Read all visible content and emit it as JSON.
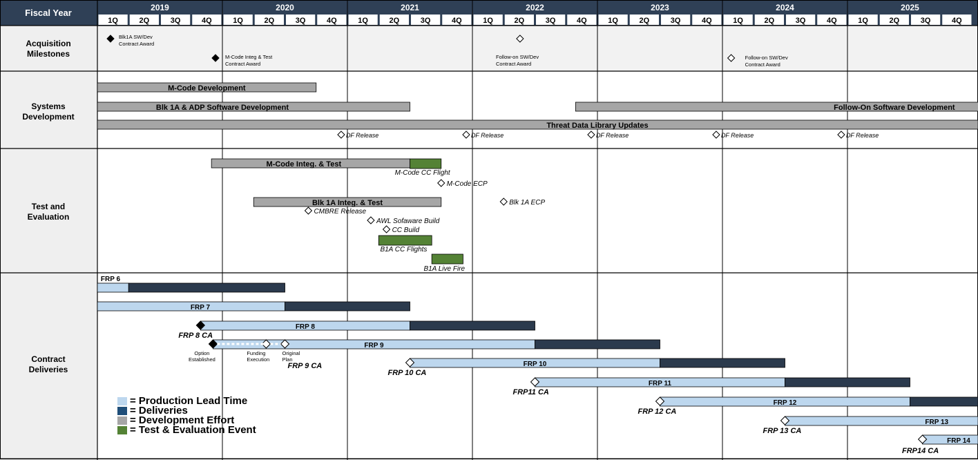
{
  "header": {
    "label": "Fiscal Year",
    "years": [
      "2019",
      "2020",
      "2021",
      "2022",
      "2023",
      "2024",
      "2025"
    ],
    "quarters": [
      "1Q",
      "2Q",
      "3Q",
      "4Q"
    ]
  },
  "sections": [
    {
      "key": "acq",
      "label": "Acquisition\nMilestones"
    },
    {
      "key": "sys",
      "label": "Systems\nDevelopment"
    },
    {
      "key": "te",
      "label": "Test and\nEvaluation"
    },
    {
      "key": "cd",
      "label": "Contract\nDeliveries"
    }
  ],
  "colors": {
    "production_lead": "#BDD7EE",
    "deliveries": "#2B3A4D",
    "development": "#A6A6A6",
    "test_event": "#548235",
    "header_bg": "#2F4056",
    "label_bg": "#EFEFEF"
  },
  "legend": [
    {
      "color_key": "production_lead",
      "label": "= Production Lead Time"
    },
    {
      "color_key": "deliveries",
      "label": "= Deliveries"
    },
    {
      "color_key": "development",
      "label": "= Development Effort"
    },
    {
      "color_key": "test_event",
      "label": "= Test & Evaluation Event"
    }
  ],
  "milestones": [
    {
      "quarter": 0,
      "filled": true,
      "lines": [
        "Blk1A SW/Dev",
        "Contract Award"
      ],
      "side": "right",
      "text_above": true
    },
    {
      "quarter": 4,
      "filled": true,
      "lines": [
        "M-Code Integ & Test",
        "Contract Award"
      ],
      "side": "right",
      "text_above": false
    },
    {
      "quarter": 13.5,
      "filled": false,
      "lines": [
        "Follow-on SW/Dev",
        "Contract Award"
      ],
      "side": "below",
      "text_above": false
    },
    {
      "quarter": 20.5,
      "filled": false,
      "lines": [
        "Follow-on SW/Dev",
        "Contract Award"
      ],
      "side": "right",
      "text_above": false
    }
  ],
  "dev_bars": [
    {
      "start": 0,
      "end": 7,
      "label": "M-Code Development"
    },
    {
      "start": 0,
      "end": 10,
      "label": "Blk 1A & ADP Software Development"
    },
    {
      "start": 15.3,
      "end": 28.7,
      "label": "Follow-On Software Development"
    },
    {
      "start": 0,
      "end": 28.9,
      "label": "Threat Data Library Updates"
    }
  ],
  "df_releases": [
    {
      "quarter": 7.8,
      "label": "DF Release"
    },
    {
      "quarter": 11.8,
      "label": "DF Release"
    },
    {
      "quarter": 15.8,
      "label": "DF Release"
    },
    {
      "quarter": 19.8,
      "label": "DF Release"
    },
    {
      "quarter": 23.8,
      "label": "DF Release"
    }
  ],
  "te_gray_bars": [
    {
      "start": 3.65,
      "end": 10,
      "label": "M-Code Integ. & Test"
    },
    {
      "start": 5,
      "end": 11,
      "label": "Blk 1A Integ. & Test"
    }
  ],
  "te_green_bars": [
    {
      "start": 10,
      "end": 11
    },
    {
      "start": 9,
      "end": 10.7
    },
    {
      "start": 10.7,
      "end": 11.7
    }
  ],
  "te_labels": [
    {
      "quarter": 10.4,
      "text": "M-Code CC Flight"
    },
    {
      "quarter": 9.8,
      "text": "B1A CC Flights"
    },
    {
      "quarter": 11.1,
      "text": "B1A Live Fire"
    }
  ],
  "te_events": [
    {
      "quarter": 11,
      "text": "M-Code ECP"
    },
    {
      "quarter": 13,
      "text": "Blk 1A ECP"
    },
    {
      "quarter": 6.75,
      "text": "CMBRE Release"
    },
    {
      "quarter": 8.75,
      "text": "AWL Sofaware Build"
    },
    {
      "quarter": 9.25,
      "text": "CC Build"
    }
  ],
  "deliveries": [
    {
      "label": "FRP 6",
      "lead": [
        0,
        1
      ],
      "deliv": [
        1,
        6
      ],
      "ca_label": "",
      "ca_marker": ""
    },
    {
      "label": "FRP 7",
      "lead": [
        0,
        6
      ],
      "deliv": [
        6,
        10
      ],
      "ca_label": "",
      "ca_marker": ""
    },
    {
      "label": "FRP 8",
      "lead": [
        3.3,
        10
      ],
      "deliv": [
        10,
        14
      ],
      "ca_label": "FRP 8 CA",
      "ca_marker": "filled"
    },
    {
      "label": "FRP 9",
      "lead": [
        3.7,
        14
      ],
      "deliv": [
        14,
        18
      ],
      "ca_label": "FRP 9 CA",
      "ca_marker": "filled"
    },
    {
      "label": "FRP 10",
      "lead": [
        10,
        18
      ],
      "deliv": [
        18,
        22
      ],
      "ca_label": "FRP 10 CA",
      "ca_marker": "open"
    },
    {
      "label": "FRP 11",
      "lead": [
        14,
        22
      ],
      "deliv": [
        22,
        26
      ],
      "ca_label": "FRP11 CA",
      "ca_marker": "open"
    },
    {
      "label": "FRP 12",
      "lead": [
        18,
        26
      ],
      "deliv": [
        26,
        28
      ],
      "ca_label": "FRP 12 CA",
      "ca_marker": "open"
    },
    {
      "label": "FRP 13",
      "lead": [
        22,
        28
      ],
      "deliv": null,
      "ca_label": "FRP 13 CA",
      "ca_marker": "open"
    },
    {
      "label": "FRP 14",
      "lead": [
        26.4,
        28
      ],
      "deliv": null,
      "ca_label": "FRP14 CA",
      "ca_marker": "open"
    }
  ],
  "frp9_events": [
    {
      "quarter": 3.7,
      "filled": true,
      "lines": [
        "Option",
        "Established"
      ]
    },
    {
      "quarter": 5.4,
      "filled": false,
      "lines": [
        "Funding",
        "Execution"
      ]
    },
    {
      "quarter": 6,
      "filled": false,
      "lines": [
        "Original",
        "Plan"
      ]
    }
  ]
}
